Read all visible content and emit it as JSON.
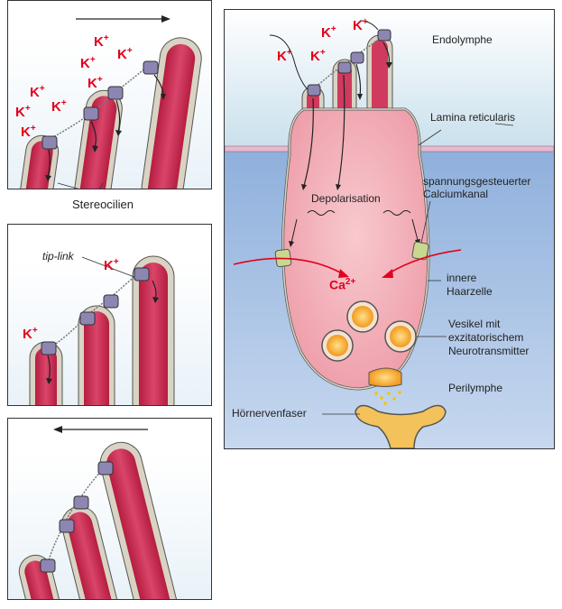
{
  "labels": {
    "stereocilien": "Stereocilien",
    "tip_link": "tip-link",
    "endolymphe": "Endolymphe",
    "lamina": "Lamina reticularis",
    "spannung_line1": "spannungsgesteuerter",
    "spannung_line2": "Calciumkanal",
    "depolarisation": "Depolarisation",
    "ca_base": "Ca",
    "ca_charge": "2+",
    "haarzelle_line1": "innere",
    "haarzelle_line2": "Haarzelle",
    "vesikel_line1": "Vesikel mit",
    "vesikel_line2": "exzitatorischem",
    "vesikel_line3": "Neurotransmitter",
    "perilymphe": "Perilymphe",
    "hoernerv": "Hörnervenfaser"
  },
  "ion": {
    "base": "K",
    "charge": "+"
  },
  "colors": {
    "stereocilium": "#c8234a",
    "membrane": "#d9d3c4",
    "endolymph_bg": "#cde3ee",
    "perilymph_bg": "#9db7dc",
    "cell_body": "#f3b6bf",
    "calcium_arrow": "#e3001b",
    "vesicle_fill": "#f5a623",
    "nerve": "#f3c25a"
  }
}
